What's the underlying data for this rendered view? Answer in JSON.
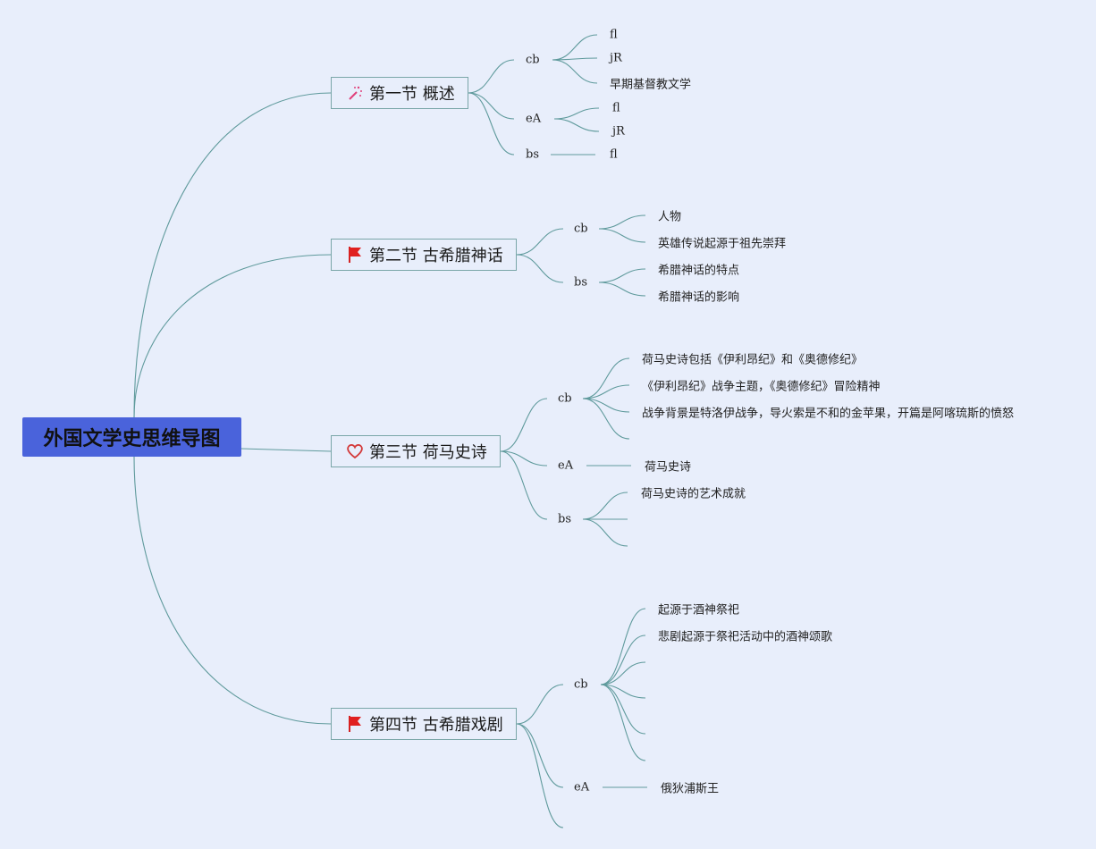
{
  "root": {
    "title": "外国文学史思维导图"
  },
  "sections": [
    {
      "title": "第一节 概述",
      "icon": "magic-wand-icon",
      "groups": [
        {
          "label": "cb",
          "items": [
            "fl",
            "jR",
            "早期基督教文学"
          ]
        },
        {
          "label": "eA",
          "items": [
            "fl",
            "jR"
          ]
        },
        {
          "label": "bs",
          "items": [
            "fl"
          ]
        }
      ]
    },
    {
      "title": "第二节 古希腊神话",
      "icon": "red-flag-icon",
      "groups": [
        {
          "label": "cb",
          "items": [
            "人物",
            "英雄传说起源于祖先崇拜"
          ]
        },
        {
          "label": "bs",
          "items": [
            "希腊神话的特点",
            "希腊神话的影响"
          ]
        }
      ]
    },
    {
      "title": "第三节 荷马史诗",
      "icon": "heart-icon",
      "groups": [
        {
          "label": "cb",
          "items": [
            "荷马史诗包括《伊利昂纪》和《奥德修纪》",
            "《伊利昂纪》战争主题，《奥德修纪》冒险精神",
            "战争背景是特洛伊战争，导火索是不和的金苹果，开篇是阿喀琉斯的愤怒",
            ""
          ]
        },
        {
          "label": "eA",
          "items": [
            "荷马史诗"
          ]
        },
        {
          "label": "bs",
          "items": [
            "荷马史诗的艺术成就",
            "",
            ""
          ]
        }
      ]
    },
    {
      "title": "第四节 古希腊戏剧",
      "icon": "red-flag-icon",
      "groups": [
        {
          "label": "cb",
          "items": [
            "起源于酒神祭祀",
            "悲剧起源于祭祀活动中的酒神颂歌",
            "",
            "",
            "",
            ""
          ]
        },
        {
          "label": "eA",
          "items": [
            "俄狄浦斯王"
          ]
        },
        {
          "label": "",
          "items": []
        }
      ]
    }
  ]
}
